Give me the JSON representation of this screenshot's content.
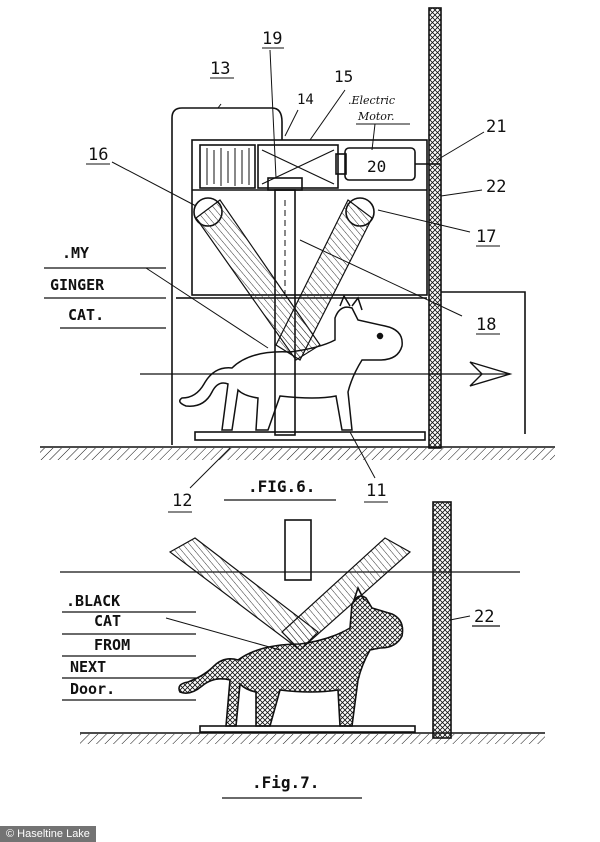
{
  "figure6": {
    "caption": ".FIG.6.",
    "refs": {
      "r11": "11",
      "r12": "12",
      "r13": "13",
      "r14": "14",
      "r15": "15",
      "r16": "16",
      "r17": "17",
      "r18": "18",
      "r19": "19",
      "r20": "20",
      "r21": "21",
      "r22": "22"
    },
    "motor_label_line1": ".Electric",
    "motor_label_line2": "Motor.",
    "cat_label": [
      ".MY",
      "GINGER",
      "CAT."
    ]
  },
  "figure7": {
    "caption": ".Fig.7.",
    "ref22": "22",
    "cat_label": [
      ".BLACK",
      "CAT",
      "FROM",
      "NEXT",
      "Door."
    ]
  },
  "credit": "© Haseltine Lake",
  "colors": {
    "ink": "#111111",
    "paper": "#ffffff"
  }
}
